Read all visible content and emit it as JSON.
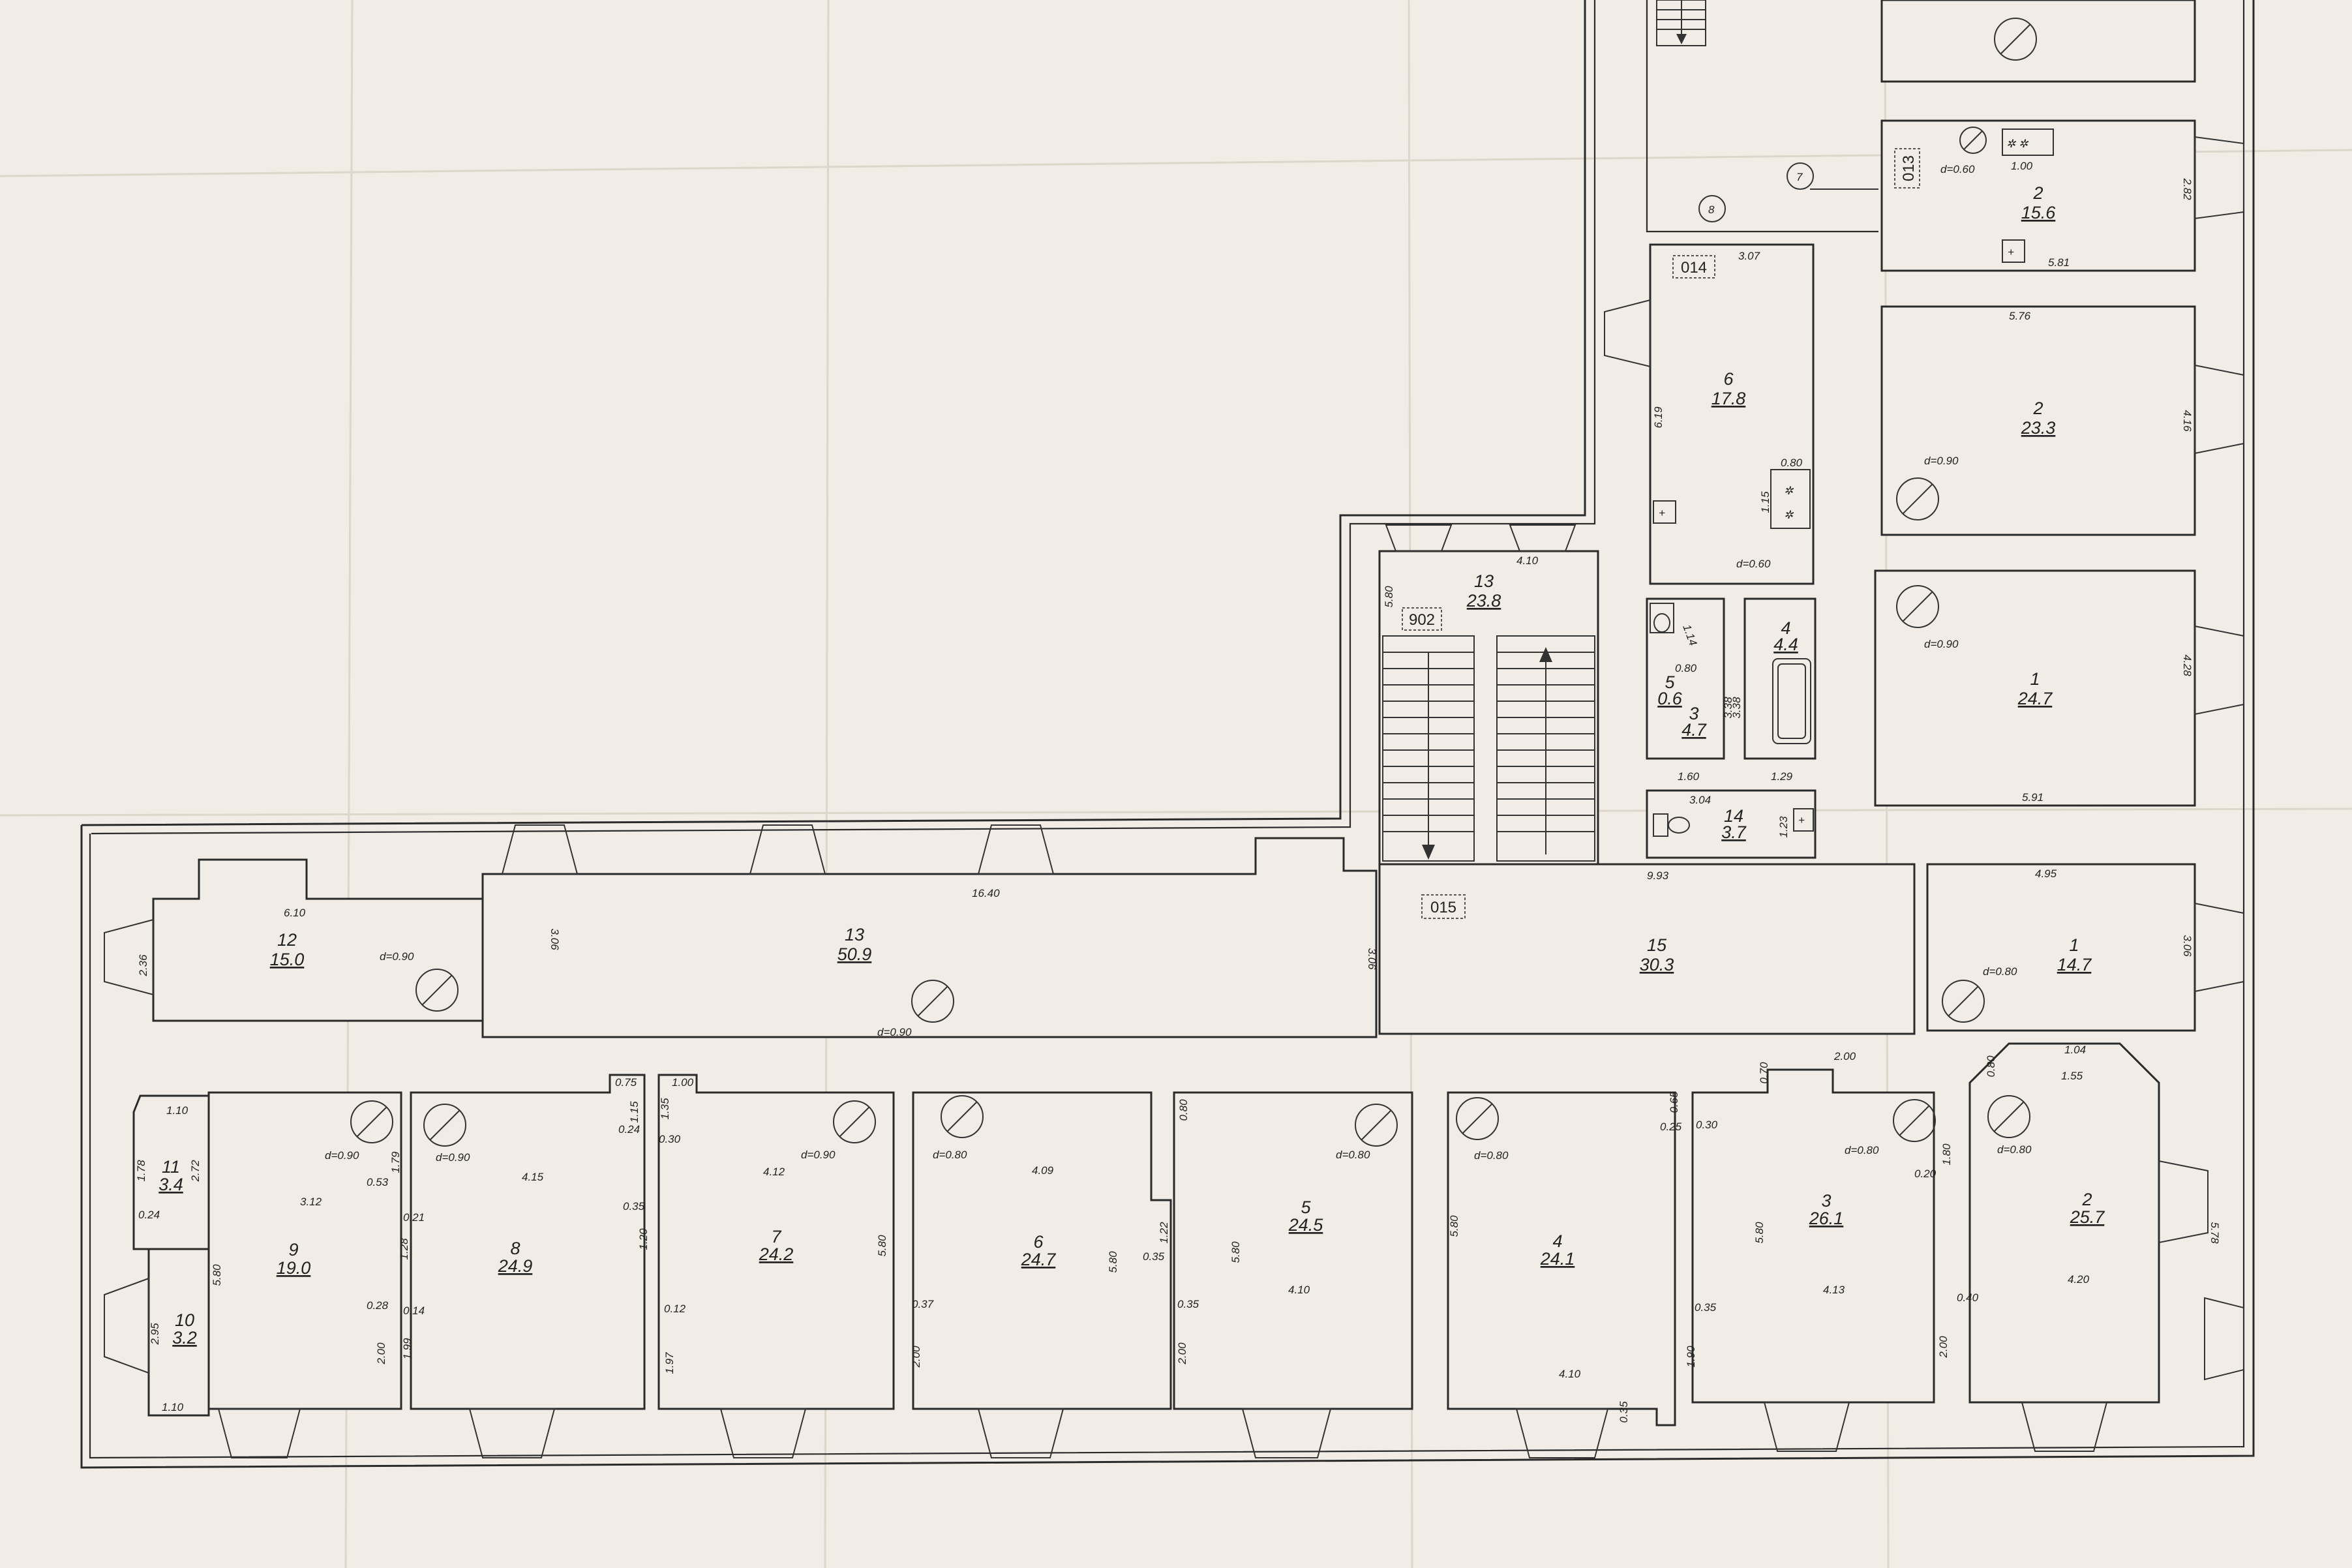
{
  "plan": {
    "rooms": {
      "r12": {
        "num": "12",
        "area": "15.0"
      },
      "r13w": {
        "num": "13",
        "area": "50.9"
      },
      "r13s": {
        "num": "13",
        "area": "23.8"
      },
      "r15": {
        "num": "15",
        "area": "30.3"
      },
      "r1s": {
        "num": "1",
        "area": "14.7"
      },
      "r1n": {
        "num": "1",
        "area": "24.7"
      },
      "r2a": {
        "num": "2",
        "area": "23.3"
      },
      "r2b": {
        "num": "2",
        "area": "15.6"
      },
      "r6n": {
        "num": "6",
        "area": "17.8"
      },
      "r5n": {
        "num": "5",
        "area": "0.6"
      },
      "r3n": {
        "num": "3",
        "area": "4.7"
      },
      "r4n": {
        "num": "4",
        "area": "4.4"
      },
      "r14": {
        "num": "14",
        "area": "3.7"
      },
      "r11": {
        "num": "11",
        "area": "3.4"
      },
      "r10": {
        "num": "10",
        "area": "3.2"
      },
      "r9": {
        "num": "9",
        "area": "19.0"
      },
      "r8": {
        "num": "8",
        "area": "24.9"
      },
      "r7": {
        "num": "7",
        "area": "24.2"
      },
      "r6": {
        "num": "6",
        "area": "24.7"
      },
      "r5": {
        "num": "5",
        "area": "24.5"
      },
      "r4": {
        "num": "4",
        "area": "24.1"
      },
      "r3": {
        "num": "3",
        "area": "26.1"
      },
      "r2": {
        "num": "2",
        "area": "25.7"
      }
    },
    "tags": {
      "t902": "902",
      "t015": "015",
      "t014": "014",
      "t013": "013"
    },
    "markers": {
      "m7": "7",
      "m8": "8"
    },
    "dims": {
      "d610": "6.10",
      "d236": "2.36",
      "d1640": "16.40",
      "d306a": "3.06",
      "d306b": "3.06",
      "d993": "9.93",
      "d495": "4.95",
      "d306c": "3.06",
      "d410": "4.10",
      "d580s": "5.80",
      "d307": "3.07",
      "d619": "6.19",
      "d080n": "0.80",
      "d115n": "1.15",
      "d114": "1.14",
      "d080b": "0.80",
      "d338a": "3.38",
      "d338b": "3.38",
      "d160": "1.60",
      "d129": "1.29",
      "d304": "3.04",
      "d123": "1.23",
      "d576": "5.76",
      "d416": "4.16",
      "d428": "4.28",
      "d591": "5.91",
      "d100": "1.00",
      "d282": "2.82",
      "d581": "5.81",
      "d110a": "1.10",
      "d178": "1.78",
      "d272": "2.72",
      "d024a": "0.24",
      "d295": "2.95",
      "d110b": "1.10",
      "d312": "3.12",
      "d053": "0.53",
      "d179": "1.79",
      "d580_9": "5.80",
      "d028": "0.28",
      "d200_9": "2.00",
      "d415": "4.15",
      "d075": "0.75",
      "d115": "1.15",
      "d024b": "0.24",
      "d021": "0.21",
      "d128": "1.28",
      "d014": "0.14",
      "d199": "1.99",
      "d035_8": "0.35",
      "d120": "1.20",
      "d100_7": "1.00",
      "d135": "1.35",
      "d030_7": "0.30",
      "d412": "4.12",
      "d012": "0.12",
      "d197": "1.97",
      "d580_7": "5.80",
      "d409": "4.09",
      "d037": "0.37",
      "d200_6": "2.00",
      "d580_6": "5.80",
      "d122": "1.22",
      "d035_6": "0.35",
      "d080_5": "0.80",
      "d580_5": "5.80",
      "d410_5": "4.10",
      "d035_5": "0.35",
      "d200_5": "2.00",
      "d580_4": "5.80",
      "d410_4": "4.10",
      "d025": "0.25",
      "d065": "0.65",
      "d035_4": "0.35",
      "d030_3": "0.30",
      "d070": "0.70",
      "d200_3": "2.00",
      "d580_3": "5.80",
      "d413": "4.13",
      "d035_3": "0.35",
      "d190": "1.90",
      "d020": "0.20",
      "d180": "1.80",
      "d104": "1.04",
      "d080_2": "0.80",
      "d155": "1.55",
      "d578": "5.78",
      "d420": "4.20",
      "d040": "0.40",
      "d200_2": "2.00"
    },
    "stoves": {
      "s12": "d=0.90",
      "s13": "d=0.90",
      "s9": "d=0.90",
      "s8": "d=0.90",
      "s7": "d=0.90",
      "s6": "d=0.80",
      "s5": "d=0.80",
      "s4": "d=0.80",
      "s3": "d=0.80",
      "s2": "d=0.80",
      "s1s": "d=0.80",
      "s1n": "d=0.90",
      "s2a": "d=0.90",
      "s2b": "d=0.60",
      "s6n": "d=0.60"
    }
  }
}
